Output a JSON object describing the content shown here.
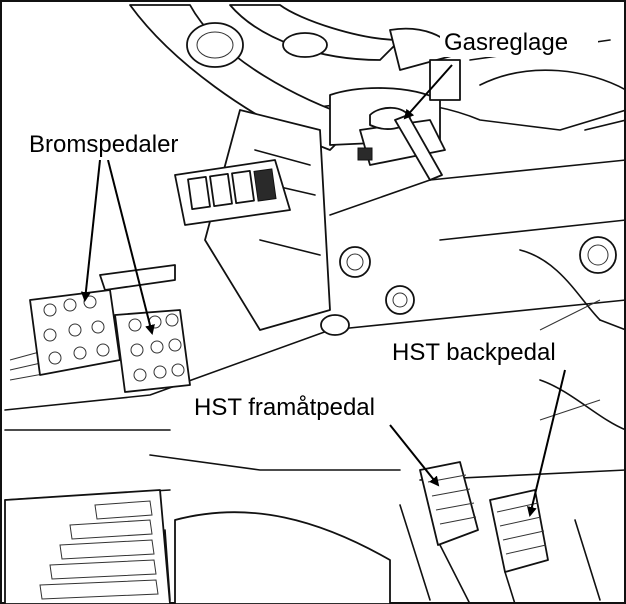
{
  "labels": {
    "gas": "Gasreglage",
    "brake": "Bromspedaler",
    "hst_back": "HST backpedal",
    "hst_forward": "HST framåtpedal"
  }
}
